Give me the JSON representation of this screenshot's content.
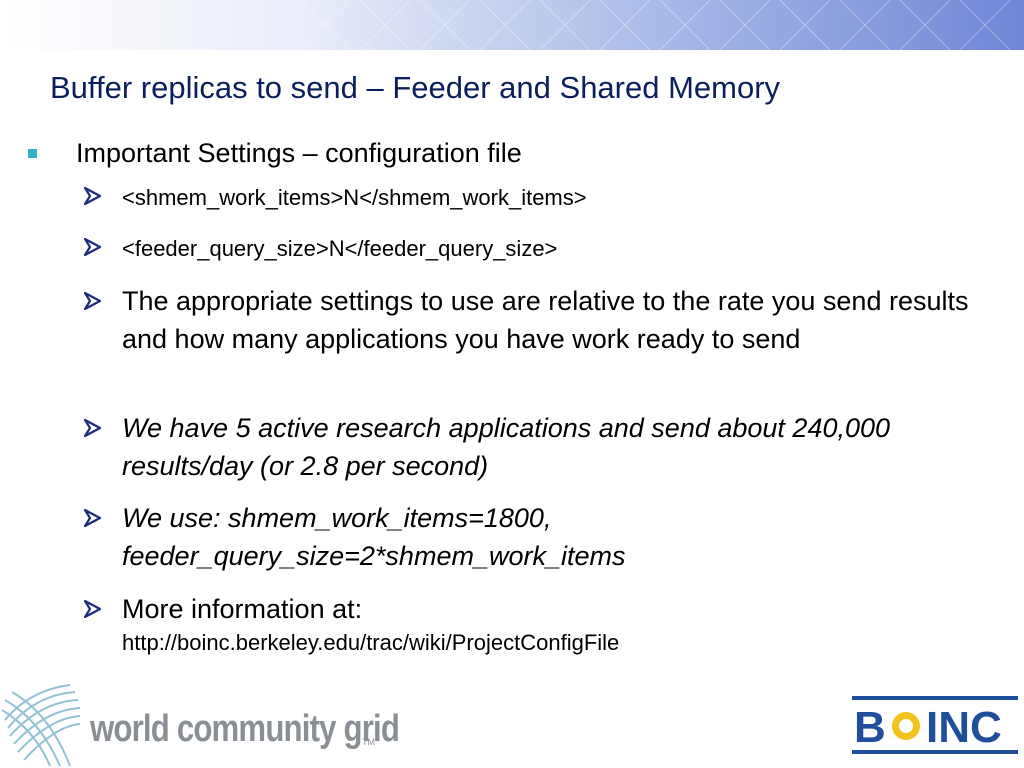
{
  "slide": {
    "title": "Buffer replicas to send – Feeder and Shared Memory"
  },
  "bullets": {
    "level1": "Important Settings – configuration file",
    "items": [
      {
        "text": "<shmem_work_items>N</shmem_work_items>"
      },
      {
        "text": "<feeder_query_size>N</feeder_query_size>"
      },
      {
        "text": "The appropriate settings to use are relative to the rate you send results and how many applications you have work ready to send"
      },
      {
        "text": "We have 5 active research applications and send about 240,000 results/day (or 2.8 per second)"
      },
      {
        "text": "We use: shmem_work_items=1800, feeder_query_size=2*shmem_work_items"
      },
      {
        "text": "More information at:",
        "link": "http://boinc.berkeley.edu/trac/wiki/ProjectConfigFile"
      }
    ]
  },
  "logos": {
    "wcg": {
      "text": "world community grid",
      "tm": "TM",
      "icon": "wcg-swirl-icon"
    },
    "boinc": {
      "text": "BOINC",
      "icon": "boinc-logo-icon"
    }
  },
  "colors": {
    "title": "#0a1f5c",
    "bullet_square": "#2fb3c7",
    "arrow": "#1f2a7a",
    "banner_accent": "#6f86d6",
    "boinc_blue": "#1f4f9c",
    "boinc_yellow": "#f3c21c"
  }
}
